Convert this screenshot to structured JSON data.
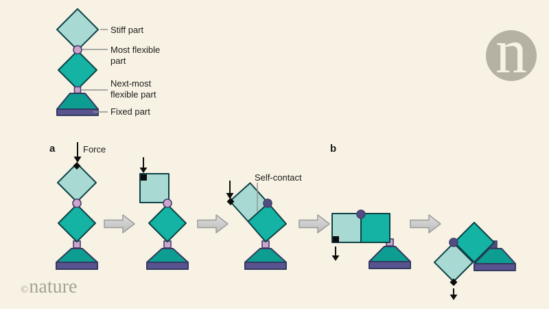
{
  "colors": {
    "bg": "#f7f2e3",
    "light_teal": "#a8dad3",
    "teal": "#14b3a4",
    "trap_teal": "#0e9e91",
    "outline_teal": "#0e4146",
    "outline_slate": "#333a60",
    "purple_bar": "#595490",
    "outline_purple": "#443e6d",
    "pink_conn": "#cca4ce",
    "slate_conn": "#514d80",
    "marker_black": "#0d0d0d",
    "text": "#1b1b1b",
    "leader_gray": "#8f8f8f",
    "arrow_light": "#dddddd",
    "arrow_dark": "#bdbdbd",
    "arrow_stroke": "#9b9b9b",
    "logo_gray": "#b5b1a3",
    "nature_gray": "#a5a193"
  },
  "legend": {
    "items": [
      {
        "label": "Stiff part"
      },
      {
        "line1": "Most flexible",
        "line2": "part"
      },
      {
        "line1": "Next-most",
        "line2": "flexible part"
      },
      {
        "label": "Fixed part"
      }
    ]
  },
  "panels": {
    "a": "a",
    "b": "b"
  },
  "annotations": {
    "force": "Force",
    "self_contact": "Self-contact"
  },
  "logo": {
    "letter": "n"
  },
  "footer": {
    "symbol": "©",
    "name": "nature"
  }
}
